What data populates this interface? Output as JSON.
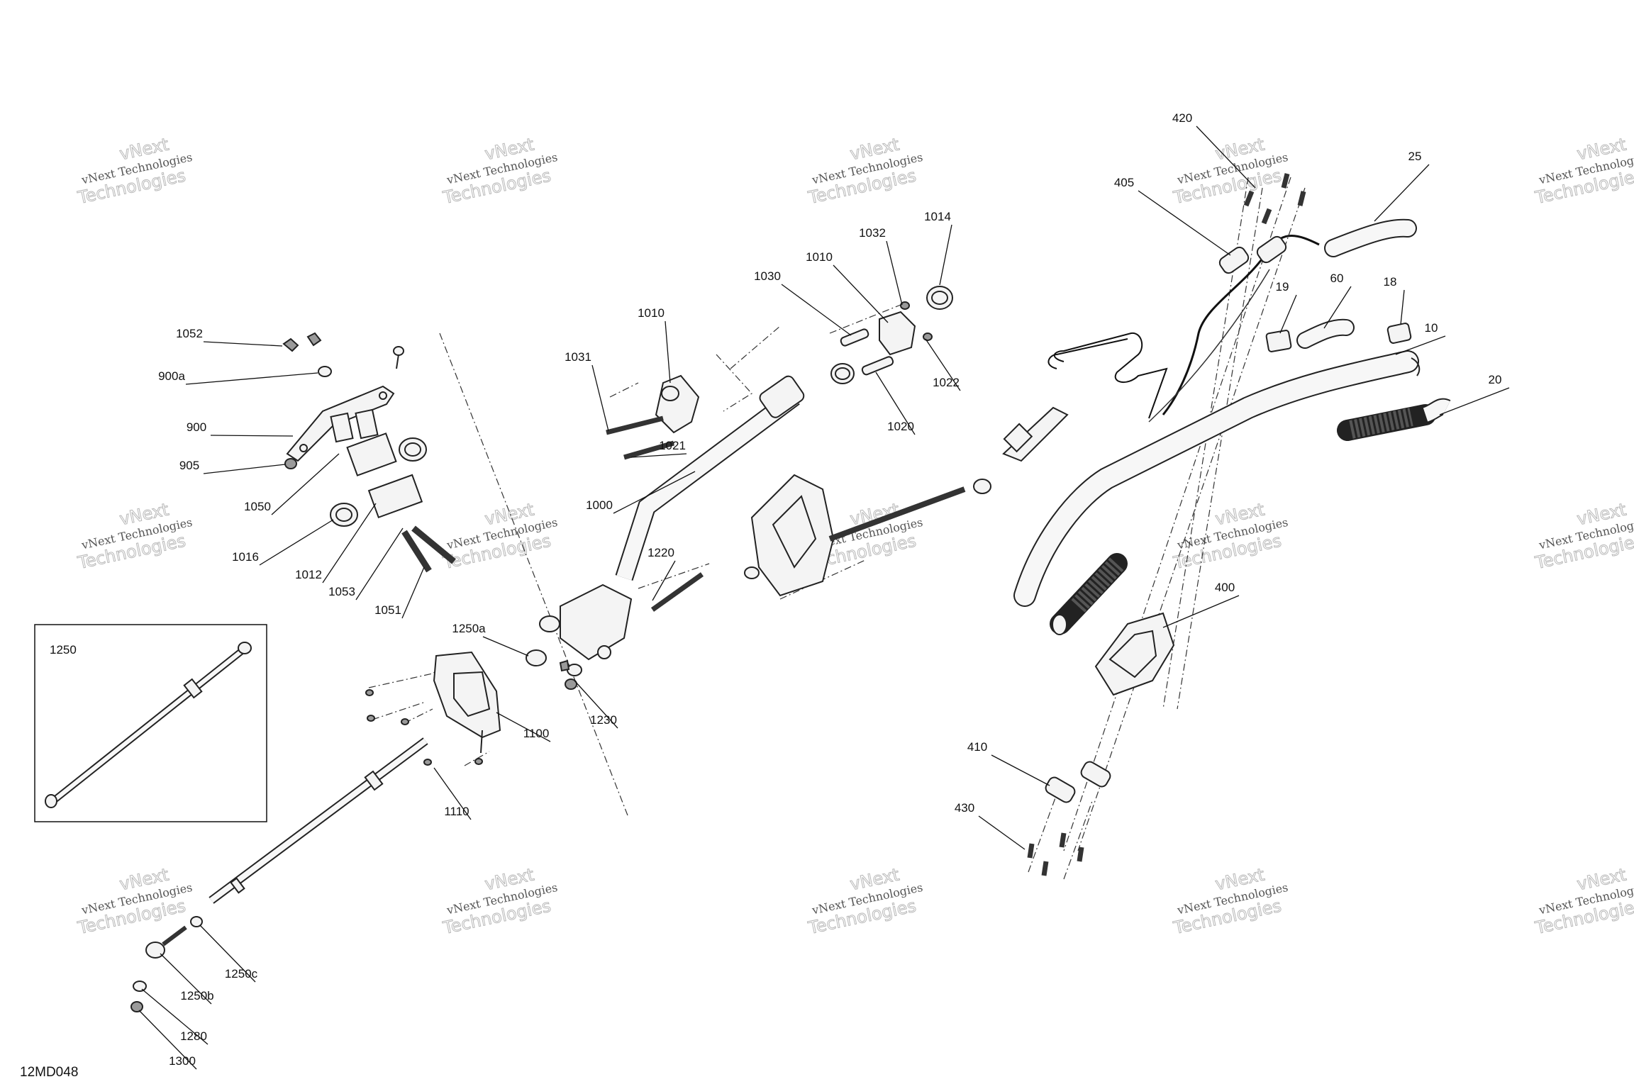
{
  "drawing_number": "12MD048",
  "watermark": {
    "line1": "vNext Technologies",
    "line2": "Technologies",
    "line3": "vNext"
  },
  "inset_label": "1250",
  "callouts": [
    "420",
    "25",
    "405",
    "19",
    "60",
    "18",
    "10",
    "20",
    "400",
    "410",
    "430",
    "1014",
    "1032",
    "1010",
    "1030",
    "1022",
    "1020",
    "1010",
    "1031",
    "1021",
    "1000",
    "1052",
    "900a",
    "900",
    "905",
    "1050",
    "1016",
    "1012",
    "1053",
    "1051",
    "1220",
    "1250a",
    "1230",
    "1100",
    "1110",
    "1250c",
    "1250b",
    "1280",
    "1300"
  ]
}
